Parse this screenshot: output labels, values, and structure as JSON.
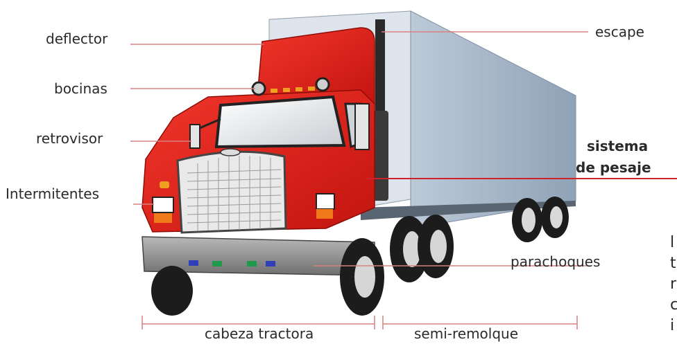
{
  "labels": {
    "deflector": "deflector",
    "escape": "escape",
    "bocinas": "bocinas",
    "retrovisor": "retrovisor",
    "sistema_line1": "sistema",
    "sistema_line2": "de pesaje",
    "intermitentes": "Intermitentes",
    "parachoques": "parachoques",
    "cabeza_tractora": "cabeza tractora",
    "semi_remolque": "semi-remolque"
  },
  "clipped_text": [
    "l",
    "t",
    "r",
    "c",
    "i"
  ],
  "colors": {
    "cab_red": "#e01b14",
    "cab_dark": "#a10e0a",
    "trailer_face": "#b9c7d6",
    "trailer_side": "#9fb0c1",
    "leader_line": "#d98080",
    "leader_strong": "#d0202a",
    "bumper": "#8a8a8a",
    "tire": "#1c1c1c"
  }
}
